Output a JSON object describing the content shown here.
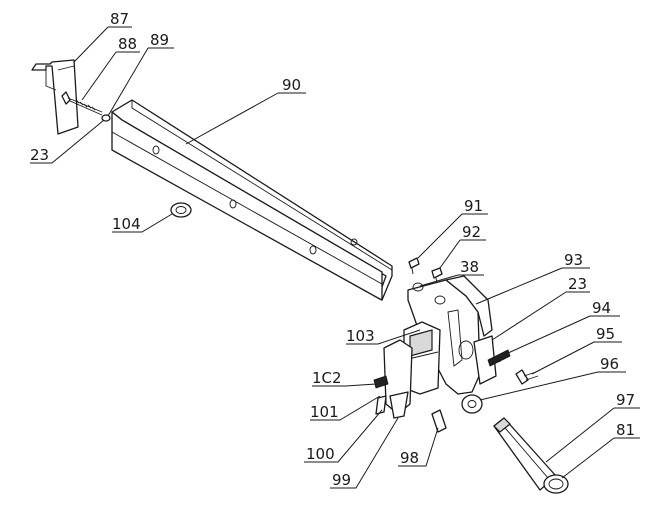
{
  "callouts": [
    {
      "id": "87",
      "label": "87"
    },
    {
      "id": "88",
      "label": "88"
    },
    {
      "id": "89",
      "label": "89"
    },
    {
      "id": "23a",
      "label": "23"
    },
    {
      "id": "90",
      "label": "90"
    },
    {
      "id": "104",
      "label": "104"
    },
    {
      "id": "91",
      "label": "91"
    },
    {
      "id": "92",
      "label": "92"
    },
    {
      "id": "38",
      "label": "38"
    },
    {
      "id": "93",
      "label": "93"
    },
    {
      "id": "23b",
      "label": "23"
    },
    {
      "id": "103",
      "label": "103"
    },
    {
      "id": "94",
      "label": "94"
    },
    {
      "id": "95",
      "label": "95"
    },
    {
      "id": "96",
      "label": "96"
    },
    {
      "id": "1C2",
      "label": "1C2"
    },
    {
      "id": "101",
      "label": "101"
    },
    {
      "id": "97",
      "label": "97"
    },
    {
      "id": "81",
      "label": "81"
    },
    {
      "id": "100",
      "label": "100"
    },
    {
      "id": "98",
      "label": "98"
    },
    {
      "id": "99",
      "label": "99"
    }
  ]
}
